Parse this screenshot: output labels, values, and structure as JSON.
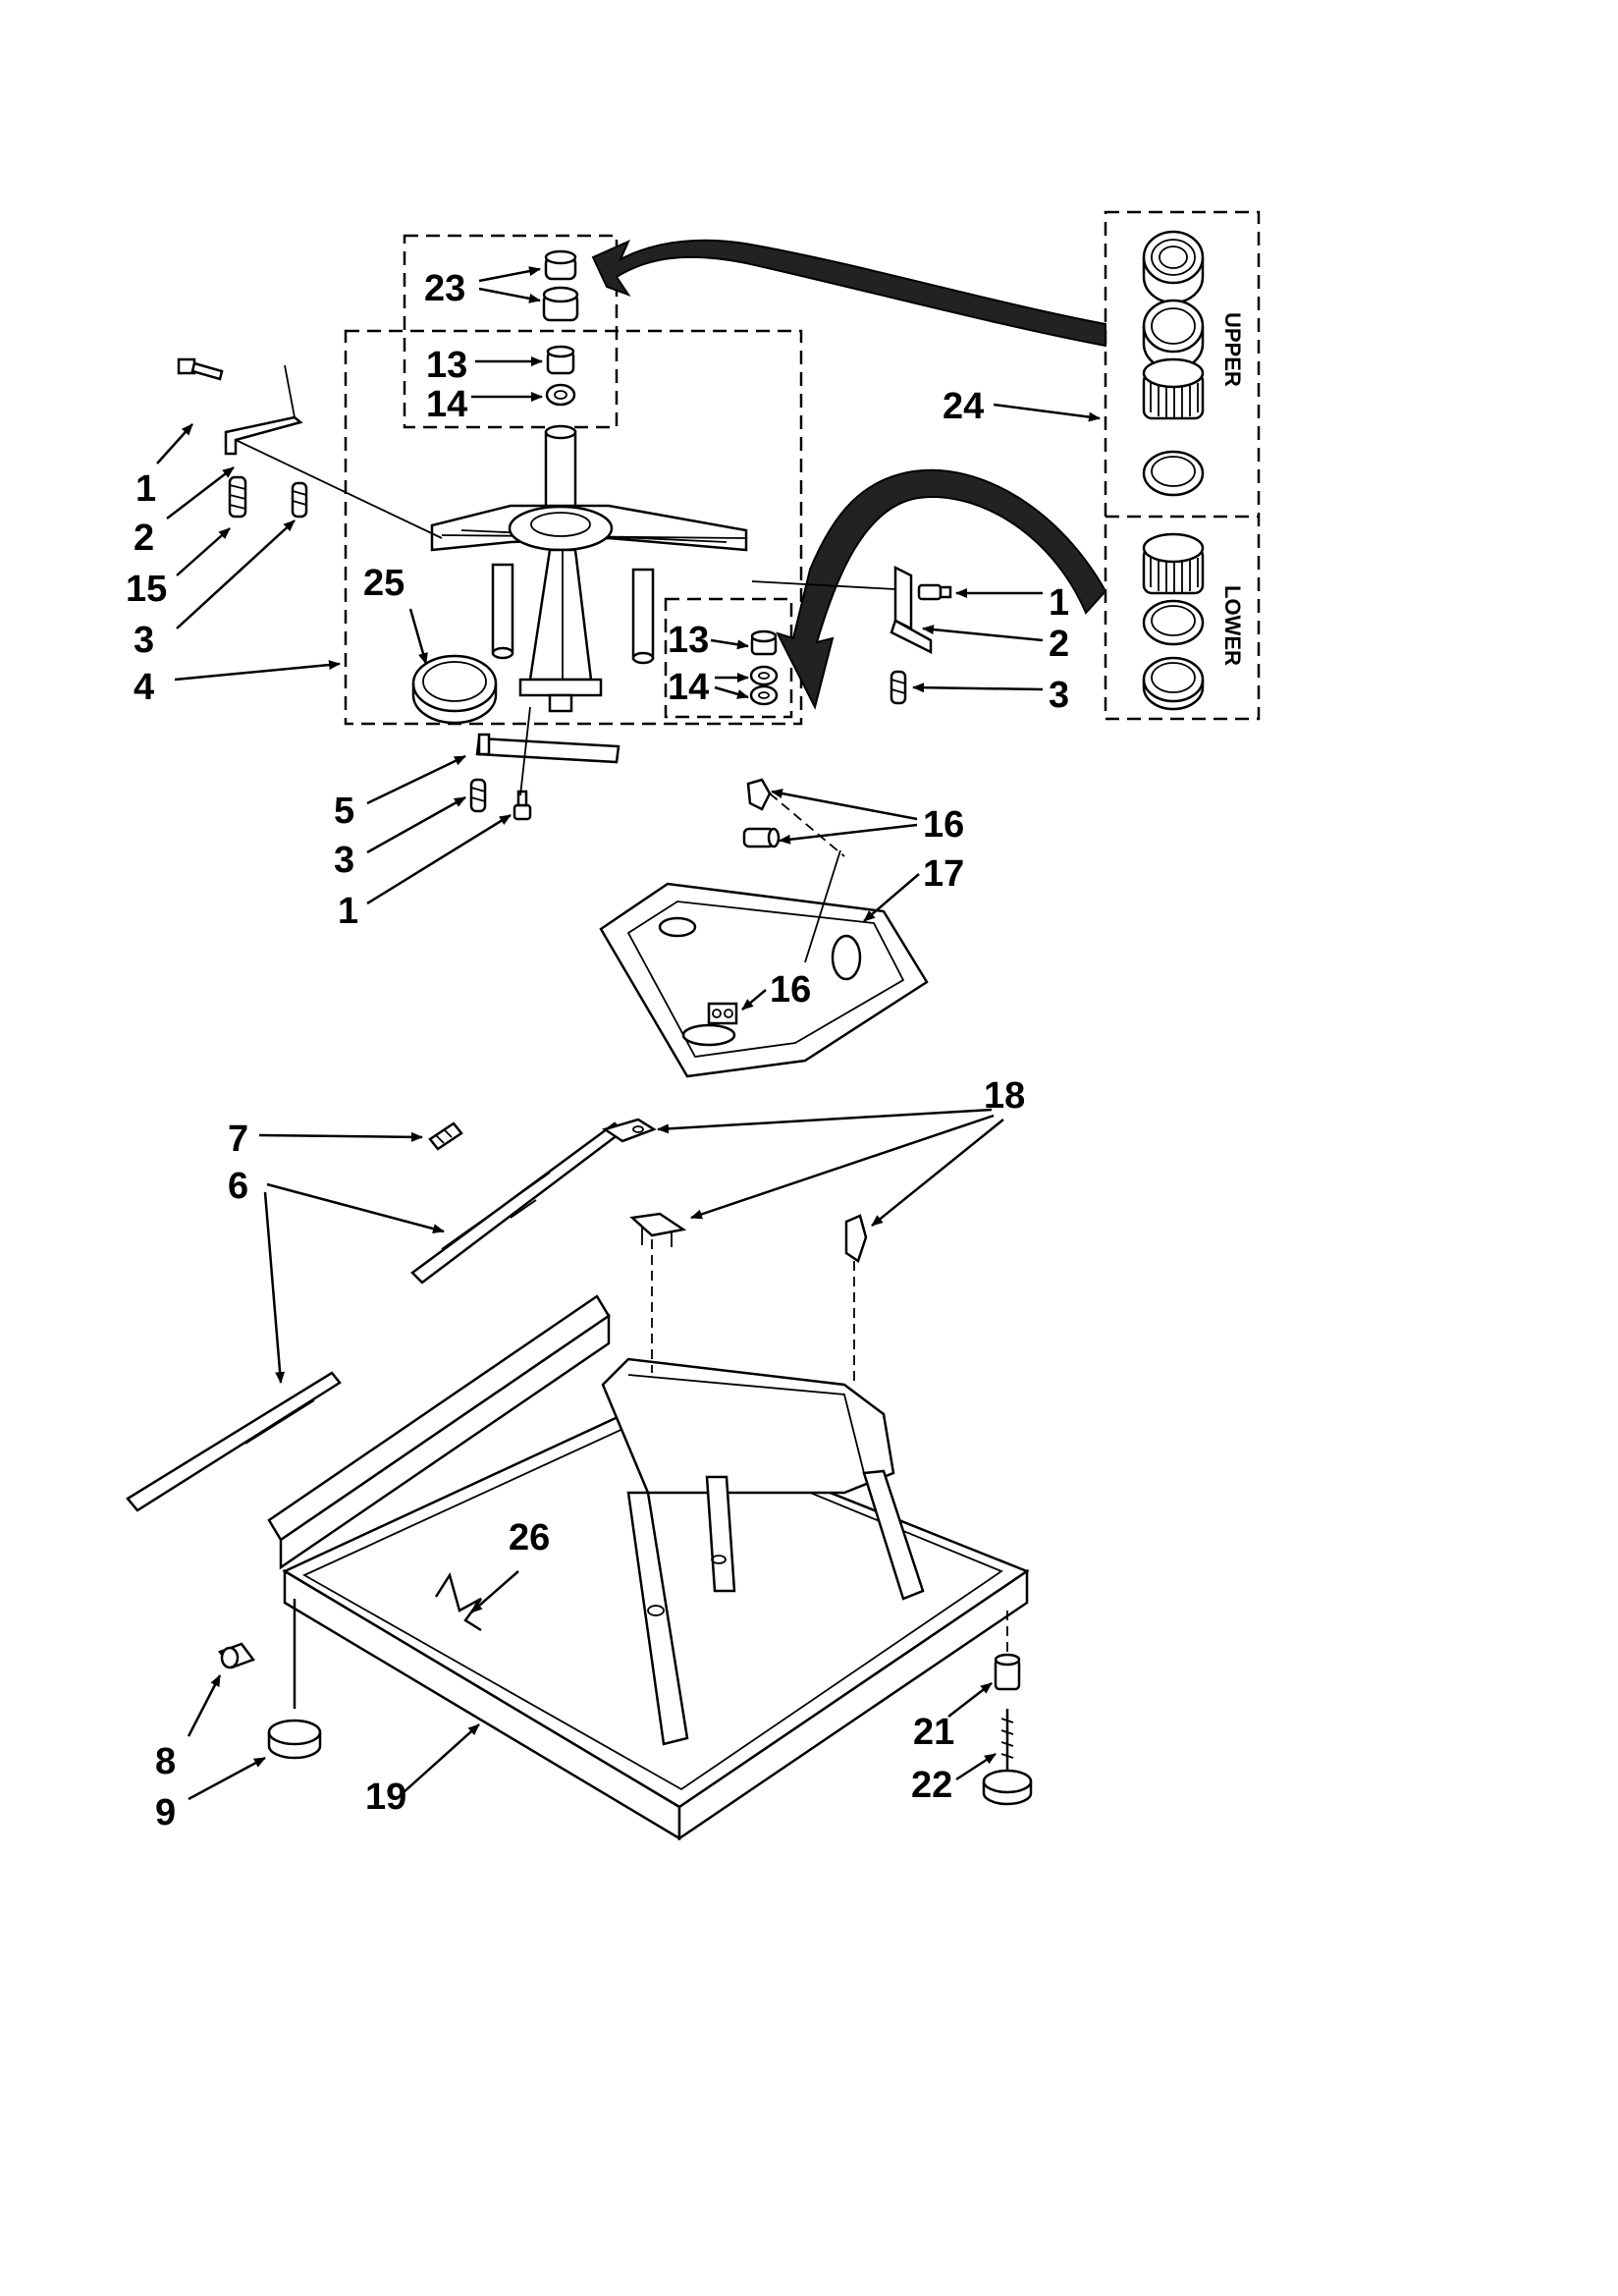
{
  "diagram": {
    "callouts": [
      {
        "id": "c23",
        "text": "23"
      },
      {
        "id": "c13a",
        "text": "13"
      },
      {
        "id": "c14a",
        "text": "14"
      },
      {
        "id": "c24",
        "text": "24"
      },
      {
        "id": "c1a",
        "text": "1"
      },
      {
        "id": "c2a",
        "text": "2"
      },
      {
        "id": "c15",
        "text": "15"
      },
      {
        "id": "c3a",
        "text": "3"
      },
      {
        "id": "c4",
        "text": "4"
      },
      {
        "id": "c25",
        "text": "25"
      },
      {
        "id": "c13b",
        "text": "13"
      },
      {
        "id": "c14b",
        "text": "14"
      },
      {
        "id": "c1b",
        "text": "1"
      },
      {
        "id": "c2b",
        "text": "2"
      },
      {
        "id": "c3b",
        "text": "3"
      },
      {
        "id": "c5",
        "text": "5"
      },
      {
        "id": "c3c",
        "text": "3"
      },
      {
        "id": "c1c",
        "text": "1"
      },
      {
        "id": "c16a",
        "text": "16"
      },
      {
        "id": "c17",
        "text": "17"
      },
      {
        "id": "c16b",
        "text": "16"
      },
      {
        "id": "c7",
        "text": "7"
      },
      {
        "id": "c18",
        "text": "18"
      },
      {
        "id": "c6",
        "text": "6"
      },
      {
        "id": "c26",
        "text": "26"
      },
      {
        "id": "c8",
        "text": "8"
      },
      {
        "id": "c9",
        "text": "9"
      },
      {
        "id": "c19",
        "text": "19"
      },
      {
        "id": "c21",
        "text": "21"
      },
      {
        "id": "c22",
        "text": "22"
      }
    ],
    "kit_labels": {
      "upper": "UPPER",
      "lower": "LOWER"
    }
  }
}
